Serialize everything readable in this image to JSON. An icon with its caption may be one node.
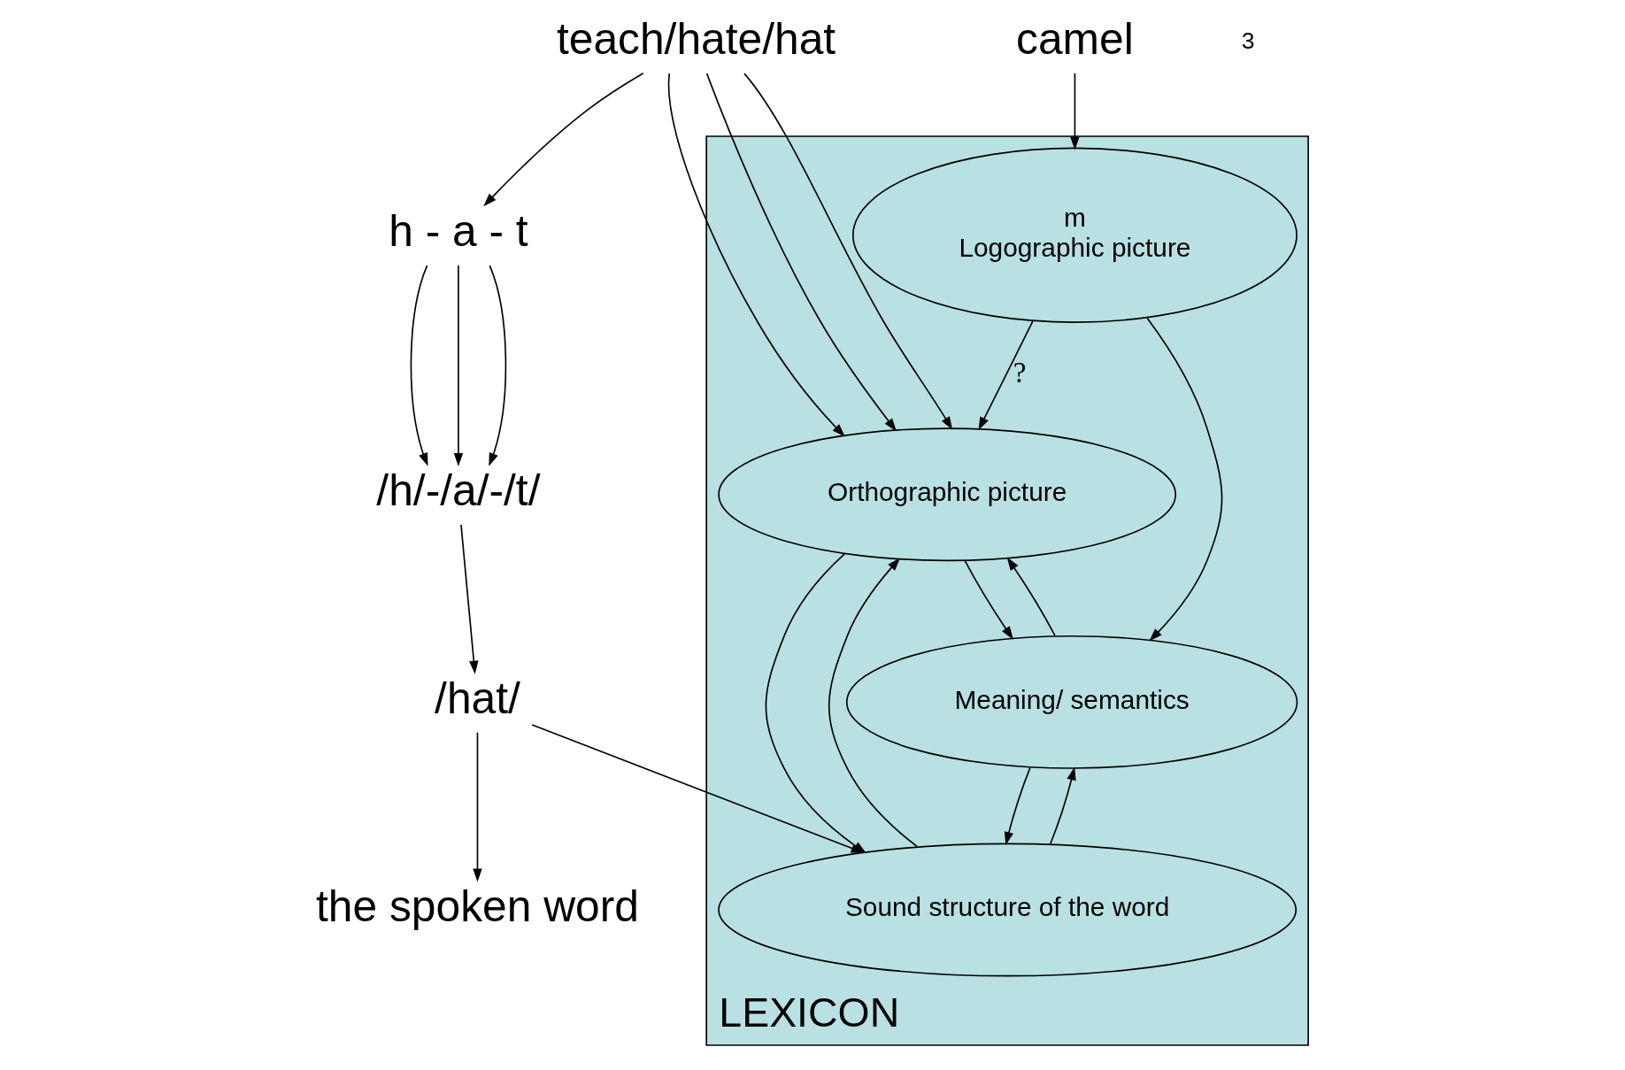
{
  "diagram": {
    "nodes": [
      {
        "text": [
          "LEXICON"
        ]
      },
      {
        "text": [
          "m",
          "Logographic picture"
        ],
        "in": 0
      },
      {
        "text": [
          "Orthographic picture"
        ],
        "in": 0
      },
      {
        "text": [
          "Meaning/ semantics"
        ],
        "in": 0
      },
      {
        "text": [
          "Sound structure of the word"
        ],
        "in": 0
      },
      {
        "text": [
          "camel"
        ]
      },
      {
        "text": [
          "teach/hate/hat"
        ]
      },
      {
        "text": [
          "h - a - t"
        ]
      },
      {
        "text": [
          "/h/-/a/-/t/"
        ]
      },
      {
        "text": [
          "/hat/"
        ]
      },
      {
        "text": [
          "the spoken word"
        ]
      }
    ],
    "edges": [
      {
        "from": 5,
        "to": 1,
        "arrow": "to"
      },
      {
        "from": 6,
        "to": 2,
        "arrow": "to"
      },
      {
        "from": 6,
        "to": 2,
        "arrow": "to"
      },
      {
        "from": 6,
        "to": 2,
        "arrow": "to"
      },
      {
        "from": 6,
        "to": 7,
        "arrow": "to"
      },
      {
        "from": 7,
        "to": 8,
        "arrow": "to"
      },
      {
        "from": 7,
        "to": 8,
        "arrow": "to"
      },
      {
        "from": 7,
        "to": 8,
        "arrow": "to"
      },
      {
        "from": 8,
        "to": 9,
        "arrow": "to"
      },
      {
        "from": 9,
        "to": 4,
        "arrow": "to"
      },
      {
        "from": 9,
        "to": 10,
        "arrow": "to"
      },
      {
        "from": 1,
        "to": 2,
        "arrow": "to",
        "label": "?"
      },
      {
        "from": 1,
        "to": 3,
        "arrow": "to"
      },
      {
        "from": 3,
        "to": 2,
        "arrow": "to"
      },
      {
        "from": 2,
        "to": 3,
        "arrow": "to"
      },
      {
        "from": 4,
        "to": 2,
        "arrow": "to"
      },
      {
        "from": 2,
        "to": 4,
        "arrow": "to"
      },
      {
        "from": 4,
        "to": 3,
        "arrow": "to"
      },
      {
        "from": 3,
        "to": 4,
        "arrow": "to"
      }
    ],
    "labels": [
      "3"
    ]
  }
}
